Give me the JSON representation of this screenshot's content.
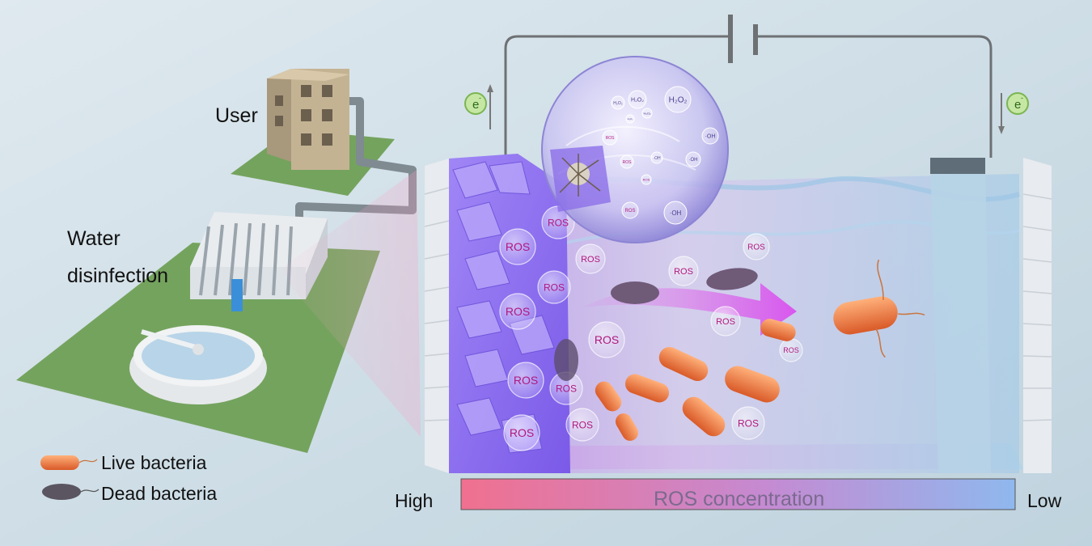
{
  "labels": {
    "user": "User",
    "water_line1": "Water",
    "water_line2": "disinfection",
    "electron": "e",
    "electron_sup": "-"
  },
  "legend": {
    "live": "Live bacteria",
    "dead": "Dead bacteria"
  },
  "scale": {
    "high": "High",
    "low": "Low",
    "title": "ROS concentration",
    "colors": {
      "high": "#f0708f",
      "mid": "#b78ad9",
      "low": "#8fb8ee"
    }
  },
  "ros_label": "ROS",
  "species": {
    "h2o2": "H₂O₂",
    "oh": "·OH"
  },
  "colors": {
    "background": "#d4e3ec",
    "ground": "#74a35e",
    "building": "#b8a88a",
    "water": "#b8d4e8",
    "crystal": "#9870f0",
    "live_bacteria": "#ef7b3c",
    "dead_bacteria": "#6f5a78"
  }
}
